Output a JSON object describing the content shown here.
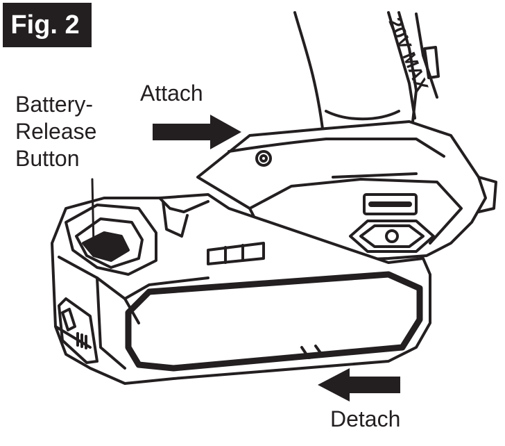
{
  "figure": {
    "label": "Fig. 2"
  },
  "labels": {
    "battery_release_line1": "Battery-",
    "battery_release_line2": "Release",
    "battery_release_line3": "Button",
    "attach": "Attach",
    "detach": "Detach"
  },
  "tool": {
    "brand_text": "20V MAX"
  },
  "colors": {
    "ink": "#231f20",
    "paper": "#ffffff"
  }
}
